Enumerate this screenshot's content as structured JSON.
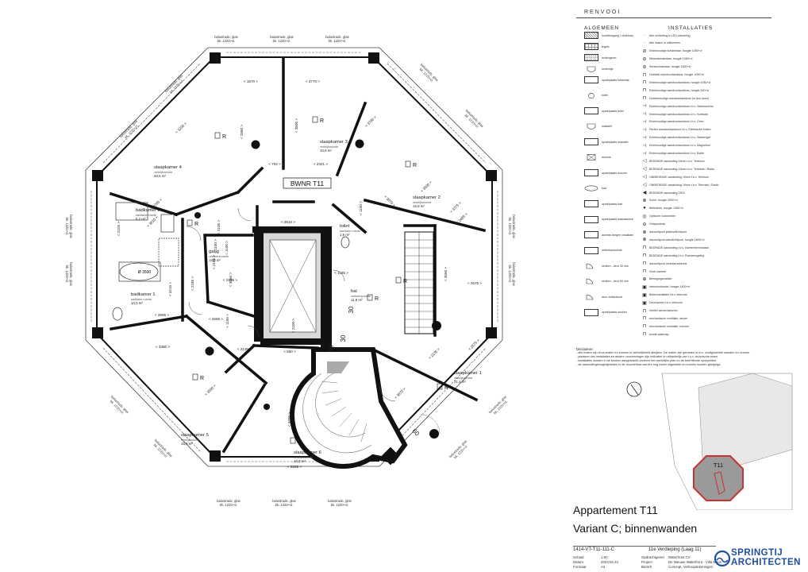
{
  "plan": {
    "bwnr_label": "BWNR T11",
    "rooms": [
      {
        "name": "slaapkamer 3",
        "sub": "verblijfsruimte",
        "area": "10,8 m²"
      },
      {
        "name": "slaapkamer 4",
        "sub": "verblijfsruimte",
        "area": "20,6 m²"
      },
      {
        "name": "slaapkamer 2",
        "sub": "verblijfsruimte",
        "area": "15,8 m²"
      },
      {
        "name": "badkamer 2",
        "sub": "sanitaire ruimte",
        "area": "5,2 m²"
      },
      {
        "name": "gang",
        "sub": "verkeersruimte",
        "area": "13,0 m²"
      },
      {
        "name": "toilet",
        "sub": "sanitaire ruimte",
        "area": "1,9 m²"
      },
      {
        "name": "hal",
        "sub": "verkeersruimte",
        "area": "11,8 m²"
      },
      {
        "name": "badkamer 1",
        "sub": "sanitaire ruimte",
        "area": "10,0 m²"
      },
      {
        "name": "slaapkamer 1",
        "sub": "verblijfsruimte",
        "area": "21,4 m²"
      },
      {
        "name": "slaapkamer 5",
        "sub": "verblijfsruimte",
        "area": "15,6 m²"
      },
      {
        "name": "slaapkamer 6",
        "sub": "verblijfsruimte",
        "area": "13,3 m²"
      }
    ],
    "balustrade_line1": "balustrade, glas",
    "balustrade_line2": "bk. 1220+vl.",
    "dims": [
      "1670",
      "3770",
      "3500",
      "2560",
      "3200",
      "3790",
      "704",
      "2321",
      "3070",
      "3500",
      "3785",
      "3810",
      "2225",
      "2485",
      "3375",
      "1100",
      "2195",
      "2105",
      "2610",
      "1100",
      "1185",
      "2185",
      "1100",
      "3060",
      "3210",
      "2665",
      "2185",
      "2675",
      "3550",
      "3380",
      "2130",
      "1100",
      "2665",
      "650",
      "2100",
      "2230",
      "3870",
      "3590",
      "4700",
      "2675",
      "5285",
      "30",
      "30",
      "60",
      "60"
    ],
    "misc": {
      "dia": "Ø 3500",
      "r_mark": "R"
    }
  },
  "legend": {
    "title": "RENVOOI",
    "col1": "ALGEMEEN",
    "col2": "INSTALLATIES",
    "left": [
      {
        "label": "hoofdtoegang / vluchtweg",
        "sym": "hatch"
      },
      {
        "label": "tegels",
        "sym": "grid"
      },
      {
        "label": "buitengevel",
        "sym": "dots"
      },
      {
        "label": "fonteintje",
        "sym": "basin"
      },
      {
        "label": "opstelplaats fonteintje",
        "sym": "box"
      },
      {
        "label": "toilet",
        "sym": "wc"
      },
      {
        "label": "opstelplaats toilet",
        "sym": "box"
      },
      {
        "label": "wastafel",
        "sym": "basin"
      },
      {
        "label": "opstelplaats wastafel",
        "sym": "box"
      },
      {
        "label": "douche",
        "sym": "x"
      },
      {
        "label": "opstelplaats douche",
        "sym": "box"
      },
      {
        "label": "bad",
        "sym": "bath"
      },
      {
        "label": "opstelplaats bad",
        "sym": "box"
      },
      {
        "label": "opstelplaats wasmachine / wasdroger",
        "sym": "box"
      },
      {
        "label": "warmte-bergen installatie",
        "sym": "box"
      },
      {
        "label": "meterkastruimte",
        "sym": "box"
      },
      {
        "label": "keuken - deur 30 min",
        "sym": "door"
      },
      {
        "label": "keuken - deur 60 min",
        "sym": "door"
      },
      {
        "label": "deur zelfsluitend",
        "sym": "door"
      },
      {
        "label": "opstelplaats keuken",
        "sym": "box"
      }
    ],
    "right": [
      {
        "label": "Alle verlichting is LED-uitvoering",
        "sym": "·"
      },
      {
        "label": "Alle maten in millimeters",
        "sym": "·"
      },
      {
        "label": "Enkelvoudige schakelaar, hoogte 1050+vl",
        "sym": "⊘"
      },
      {
        "label": "Wisselschakelaar, hoogte 1050+vl",
        "sym": "⊘"
      },
      {
        "label": "Serieschakelaar, hoogte 1050+vl",
        "sym": "⊘"
      },
      {
        "label": "Dubbele wandcontactdoos, hoogte 1050+vl",
        "sym": "⊓"
      },
      {
        "label": "Enkelvoudige wandcontactdoos, hoogte 1050+vl",
        "sym": "⊓"
      },
      {
        "label": "Enkelvoudige wandcontactdoos, hoogte 300+vl",
        "sym": "⊓"
      },
      {
        "label": "Dubbelvoudige wandcontactdoos (in duo-doos)",
        "sym": "⊓"
      },
      {
        "label": "Enkelvoudige wandcontactdoos t.b.v. Wasmachine",
        "sym": "⊣"
      },
      {
        "label": "Enkelvoudige wandcontactdoos t.b.v. Koelkast",
        "sym": "⊣"
      },
      {
        "label": "Enkelvoudige wandcontactdoos t.b.v. Oven",
        "sym": "⊣"
      },
      {
        "label": "Perilex wandcontactdoos t.b.v. Elektrische koken",
        "sym": "⊣"
      },
      {
        "label": "Enkelvoudige wandcontactdoos t.b.v. Wasdroger",
        "sym": "⊣"
      },
      {
        "label": "Enkelvoudige wandcontactdoos t.b.v. Magnetron",
        "sym": "⊣"
      },
      {
        "label": "Enkelvoudige wandcontactdoos t.b.v. Boiler",
        "sym": "⊣"
      },
      {
        "label": "BEDRADE aansluiting 19mm t.b.v. Telefoon",
        "sym": "◁"
      },
      {
        "label": "BEDRADE aansluiting 19mm t.b.v. Televisie / Radio",
        "sym": "◁"
      },
      {
        "label": "ONBEDRADE aansluiting 19mm t.b.v. Telefoon",
        "sym": "◁"
      },
      {
        "label": "ONBEDRADE aansluiting 19mm t.b.v. Televisie / Radio",
        "sym": "◁"
      },
      {
        "label": "BEDRADE aansluiting 230V",
        "sym": "◀"
      },
      {
        "label": "Schel, hoogte 2000+vl",
        "sym": "⊗"
      },
      {
        "label": "Beltrukker, hoogte 1350+vl",
        "sym": "●"
      },
      {
        "label": "Optische rookmelder",
        "sym": "◎"
      },
      {
        "label": "Ontspanbuis",
        "sym": "⊖"
      },
      {
        "label": "Aansluitpunt plafond/lichtpunt",
        "sym": "⊗"
      },
      {
        "label": "Aansluitpunt wandlichtpunt, hoogte 1800+vl",
        "sym": "⊗"
      },
      {
        "label": "BEDRADE aansluiting t.b.v. Kamerthermostaat",
        "sym": "⊓"
      },
      {
        "label": "BEDRADE aansluiting t.b.v. Ruimteregeling",
        "sym": "⊓"
      },
      {
        "label": "Aansluitpunt centraal antenne",
        "sym": "⊓"
      },
      {
        "label": "Vloer warmte",
        "sym": "⊓"
      },
      {
        "label": "Bewegingsmelder",
        "sym": "⊕"
      },
      {
        "label": "Intercomtoestel, hoogte 1400+vl",
        "sym": "▣"
      },
      {
        "label": "Belleninstallatie t.b.v. intercom",
        "sym": "▣"
      },
      {
        "label": "Deuropener t.b.v. intercom",
        "sym": "▣"
      },
      {
        "label": "Ventiel afvoer/aanvoer",
        "sym": "⊓"
      },
      {
        "label": "mechanische ventilatie, afvoer",
        "sym": "⊓"
      },
      {
        "label": "mechanische ventilatie, toevoer",
        "sym": "⊓"
      },
      {
        "label": "koude watertap",
        "sym": "⊓"
      }
    ]
  },
  "notes": {
    "title": "Disclaimer:",
    "lines": [
      "- alle maten zijn circa-maten en kunnen in werkelijkheid afwijken. De maten zijn gemeten in m.c. onafgewerkte wanden en vloeren.",
      "- plaatsen van installaties en andere voorzieningen zijn indicatief en afhankelijk van t.o.v. technische eisen.",
      "- installaties worden in de keuken aangebracht conform het werkelijke plan en de betreffende opdrachten.",
      "- de aansluitingsmogelijkheden in de douche/bad worden nog nader uitgewerkt en kunnen worden gewijzigd."
    ]
  },
  "location": {
    "unit": "T11"
  },
  "title": {
    "main": "Appartement T11",
    "sub": "Variant C; binnenwanden"
  },
  "meta": {
    "code": "1414-VT-T11-111-C",
    "level": "11e Verdieping (Laag 11)",
    "rows": [
      [
        "Schaal",
        "1:50",
        "Opdrachtgever",
        "Waterfront CV"
      ],
      [
        "Datum",
        "2023.02.24",
        "Project",
        "De Nieuwe Waterfront - Villa Marin"
      ],
      [
        "Formaat",
        "A2",
        "Betreft",
        "Concept, Verkooptekeningen"
      ]
    ]
  },
  "logo": {
    "line1": "SPRINGTIJ",
    "line2": "ARCHITECTEN"
  },
  "colors": {
    "wall": "#111111",
    "shaft_fill": "#d8d8d8",
    "highlight": "#9a9a9a",
    "location_red": "#c83232",
    "brand_blue": "#1e4fa0"
  }
}
